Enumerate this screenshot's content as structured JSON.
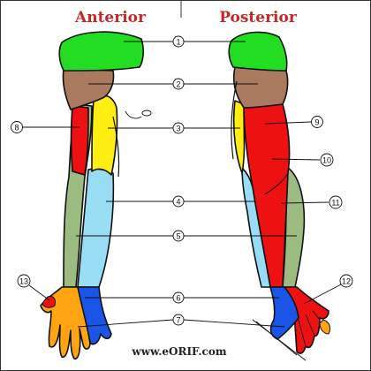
{
  "titles": {
    "anterior": "Anterior",
    "posterior": "Posterior"
  },
  "credit": "www.eORIF.com",
  "labels": [
    "1",
    "2",
    "3",
    "4",
    "5",
    "6",
    "7",
    "8",
    "9",
    "10",
    "11",
    "12",
    "13"
  ],
  "colors": {
    "green": "#22dd22",
    "brown": "#a97a5e",
    "red": "#ee1111",
    "yellow": "#ffee11",
    "lightblue": "#99ddf5",
    "sage": "#9bbb80",
    "blue": "#1a55e8",
    "orange": "#ffa511"
  }
}
